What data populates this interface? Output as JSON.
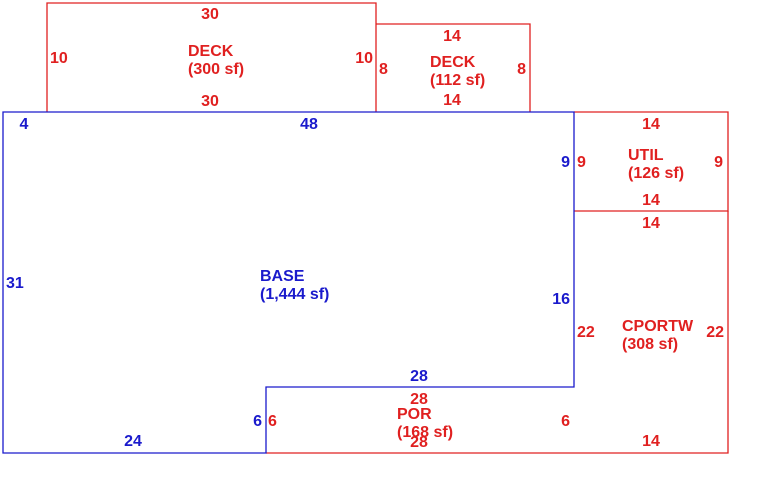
{
  "colors": {
    "base": "#1a1acc",
    "addition": "#e02020"
  },
  "areas": {
    "deck1": {
      "name": "DECK",
      "area": "(300 sf)",
      "top": "30",
      "bottom": "30",
      "left": "10",
      "right": "10"
    },
    "deck2": {
      "name": "DECK",
      "area": "(112 sf)",
      "top": "14",
      "bottom": "14",
      "left": "8",
      "right": "8"
    },
    "base": {
      "name": "BASE",
      "area": "(1,444 sf)",
      "top_left": "4",
      "top": "48",
      "left": "31",
      "right_upper": "9",
      "right_lower": "16",
      "notch_top": "28",
      "notch_left": "6",
      "bottom": "24"
    },
    "util": {
      "name": "UTIL",
      "area": "(126 sf)",
      "top": "14",
      "bottom": "14",
      "left": "9",
      "right": "9"
    },
    "cportw": {
      "name": "CPORTW",
      "area": "(308 sf)",
      "top": "14",
      "bottom": "14",
      "left": "22",
      "right": "22"
    },
    "por": {
      "name": "POR",
      "area": "(168 sf)",
      "top": "28",
      "bottom": "28",
      "left": "6",
      "right": "6"
    }
  }
}
